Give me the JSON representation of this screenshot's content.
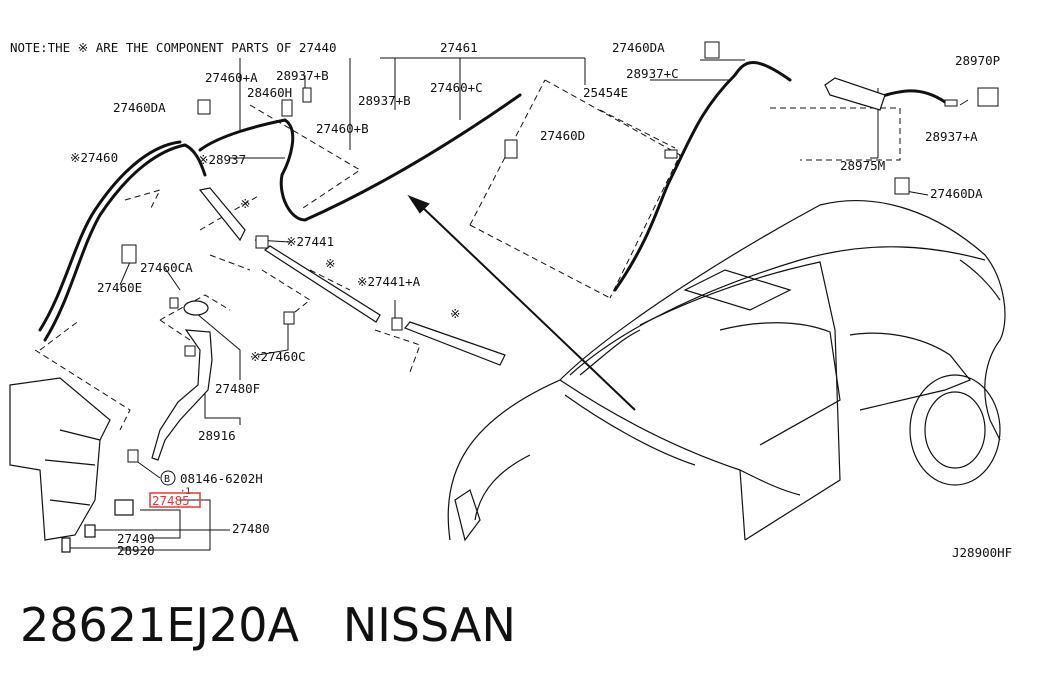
{
  "note": "NOTE:THE ※ ARE THE COMPONENT PARTS OF 27440",
  "figure_code": "J28900HF",
  "caption": "28621EJ20A   NISSAN",
  "highlight_color": "#e23b3b",
  "labels": {
    "l27461": "27461",
    "l27460DA_top": "27460DA",
    "l28970P": "28970P",
    "l27460A": "27460+A",
    "l28937B_top": "28937+B",
    "l28937C": "28937+C",
    "l28460H": "28460H",
    "l28937B": "28937+B",
    "l27460C": "27460+C",
    "l25454E": "25454E",
    "l27460DA_left": "27460DA",
    "l27460B": "27460+B",
    "l27460D": "27460D",
    "l28937A": "28937+A",
    "l27460_star": "※27460",
    "l28937_star": "※28937",
    "l28975M": "28975M",
    "l27460DA_right": "27460DA",
    "l27441_star": "※27441",
    "l27460CA": "27460CA",
    "l27460E": "27460E",
    "l27441A_star": "※27441+A",
    "l27460C_star": "※27460C",
    "l27480F": "27480F",
    "l28916": "28916",
    "l08146": "08146-6202H",
    "l27485": "27485",
    "l27480": "27480",
    "l27490": "27490",
    "l28920": "28920",
    "star1": "※",
    "star2": "※",
    "star3": "※",
    "circB": "B"
  }
}
